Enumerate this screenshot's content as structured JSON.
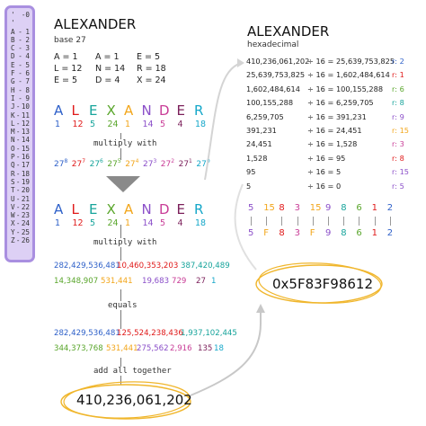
{
  "legend": [
    [
      "' '",
      "0"
    ],
    [
      "A",
      "1"
    ],
    [
      "B",
      "2"
    ],
    [
      "C",
      "3"
    ],
    [
      "D",
      "4"
    ],
    [
      "E",
      "5"
    ],
    [
      "F",
      "6"
    ],
    [
      "G",
      "7"
    ],
    [
      "H",
      "8"
    ],
    [
      "I",
      "9"
    ],
    [
      "J",
      "10"
    ],
    [
      "K",
      "11"
    ],
    [
      "L",
      "12"
    ],
    [
      "M",
      "13"
    ],
    [
      "N",
      "14"
    ],
    [
      "O",
      "15"
    ],
    [
      "P",
      "16"
    ],
    [
      "Q",
      "17"
    ],
    [
      "R",
      "18"
    ],
    [
      "S",
      "19"
    ],
    [
      "T",
      "20"
    ],
    [
      "U",
      "21"
    ],
    [
      "V",
      "22"
    ],
    [
      "W",
      "23"
    ],
    [
      "X",
      "24"
    ],
    [
      "Y",
      "25"
    ],
    [
      "Z",
      "26"
    ]
  ],
  "left": {
    "title": "ALEXANDER",
    "subtitle": "base 27",
    "assign": [
      "A = 1",
      "A = 1",
      "E = 5",
      "L = 12",
      "N = 14",
      "R = 18",
      "E = 5",
      "D = 4",
      "X = 24"
    ],
    "word": [
      "A",
      "L",
      "E",
      "X",
      "A",
      "N",
      "D",
      "E",
      "R"
    ],
    "values": [
      "1",
      "12",
      "5",
      "24",
      "1",
      "14",
      "5",
      "4",
      "18"
    ],
    "multiply_with": "multiply with",
    "powers": [
      [
        "27",
        "8"
      ],
      [
        "27",
        "7"
      ],
      [
        "27",
        "6"
      ],
      [
        "27",
        "5"
      ],
      [
        "27",
        "4"
      ],
      [
        "27",
        "3"
      ],
      [
        "27",
        "2"
      ],
      [
        "27",
        "1"
      ],
      [
        "27",
        "0"
      ]
    ],
    "products_r1": [
      "282,429,536,481",
      "10,460,353,203",
      "387,420,489"
    ],
    "products_r2": [
      "14,348,907",
      "531,441",
      "19,683",
      "729",
      "27",
      "1"
    ],
    "equals": "equals",
    "results_r1": [
      "282,429,536,481",
      "125,524,238,436",
      "1,937,102,445"
    ],
    "results_r2": [
      "344,373,768",
      "531,441",
      "275,562",
      "2,916",
      "135",
      "18"
    ],
    "add_all": "add all together",
    "total": "410,236,061,202"
  },
  "right": {
    "title": "ALEXANDER",
    "subtitle": "hexadecimal",
    "divisions": [
      {
        "a": "410,236,061,202",
        "b": "÷ 16 = 25,639,753,825",
        "r": "r: 2"
      },
      {
        "a": "25,639,753,825",
        "b": "÷ 16 = 1,602,484,614",
        "r": "r: 1"
      },
      {
        "a": "1,602,484,614",
        "b": "÷ 16 = 100,155,288",
        "r": "r: 6"
      },
      {
        "a": "100,155,288",
        "b": "÷ 16 = 6,259,705",
        "r": "r: 8"
      },
      {
        "a": "6,259,705",
        "b": "÷ 16 = 391,231",
        "r": "r: 9"
      },
      {
        "a": "391,231",
        "b": "÷ 16 = 24,451",
        "r": "r: 15"
      },
      {
        "a": "24,451",
        "b": "÷ 16 = 1,528",
        "r": "r: 3"
      },
      {
        "a": "1,528",
        "b": "÷ 16 = 95",
        "r": "r: 8"
      },
      {
        "a": "95",
        "b": "÷ 16 = 5",
        "r": "r: 15"
      },
      {
        "a": "5",
        "b": "÷ 16 = 0",
        "r": "r: 5"
      }
    ],
    "remainders": [
      "5",
      "15",
      "8",
      "3",
      "15",
      "9",
      "8",
      "6",
      "1",
      "2"
    ],
    "hexdigits": [
      "5",
      "F",
      "8",
      "3",
      "F",
      "9",
      "8",
      "6",
      "1",
      "2"
    ],
    "result": "0x5F83F98612"
  },
  "colors": {
    "letters": [
      "#2f61c9",
      "#e01a1a",
      "#17a49b",
      "#5aa62c",
      "#f2a61b",
      "#8b4fc9",
      "#c93d97",
      "#7b1f5a",
      "#15a7c9"
    ],
    "legend_bg": "#ddd0f5",
    "legend_border": "#a98fe0",
    "ellipse": "#f0b62c"
  }
}
